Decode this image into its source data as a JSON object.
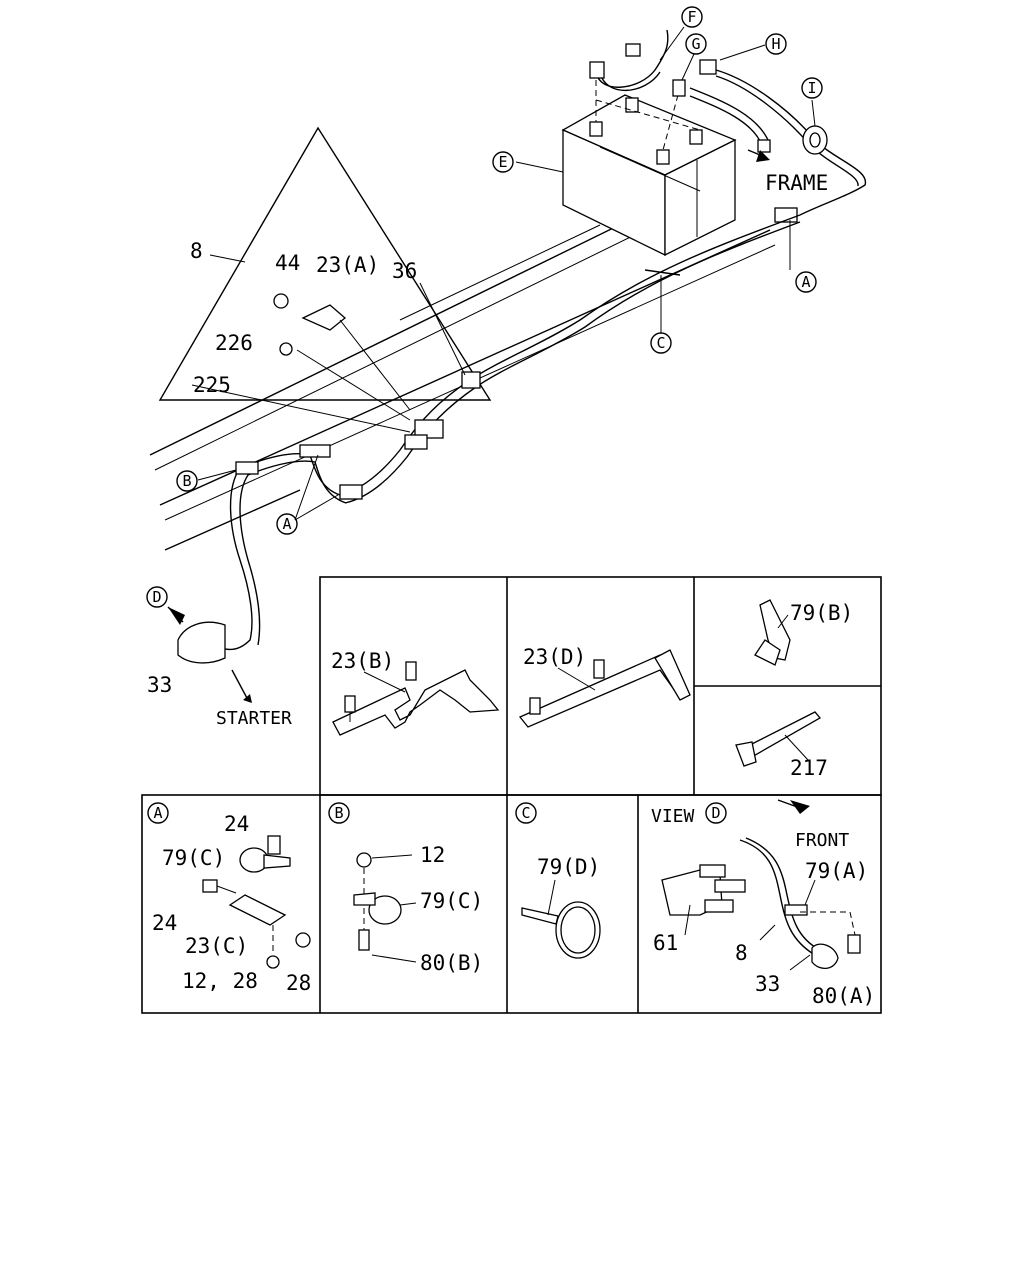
{
  "callouts": {
    "F": "F",
    "G": "G",
    "H": "H",
    "I": "I",
    "E": "E",
    "A_top": "A",
    "C_top": "C",
    "B_main": "B",
    "A_main": "A",
    "D_main": "D"
  },
  "labels": {
    "frame": "FRAME",
    "starter": "STARTER",
    "n8": "8",
    "n44": "44",
    "n23A": "23(A)",
    "n36": "36",
    "n226": "226",
    "n225": "225",
    "n33": "33"
  },
  "panels": {
    "p23B": {
      "label": "23(B)"
    },
    "p23D": {
      "label": "23(D)"
    },
    "p79B": {
      "label": "79(B)"
    },
    "p217": {
      "label": "217"
    },
    "detailA": {
      "callout": "A",
      "l24a": "24",
      "l79C": "79(C)",
      "l24b": "24",
      "l23C": "23(C)",
      "l1228": "12, 28",
      "l28": "28"
    },
    "detailB": {
      "callout": "B",
      "l12": "12",
      "l79C": "79(C)",
      "l80B": "80(B)"
    },
    "detailC": {
      "callout": "C",
      "l79D": "79(D)"
    },
    "viewD": {
      "view": "VIEW",
      "callout": "D",
      "front": "FRONT",
      "l79A": "79(A)",
      "l61": "61",
      "l8": "8",
      "l33": "33",
      "l80A": "80(A)"
    }
  }
}
